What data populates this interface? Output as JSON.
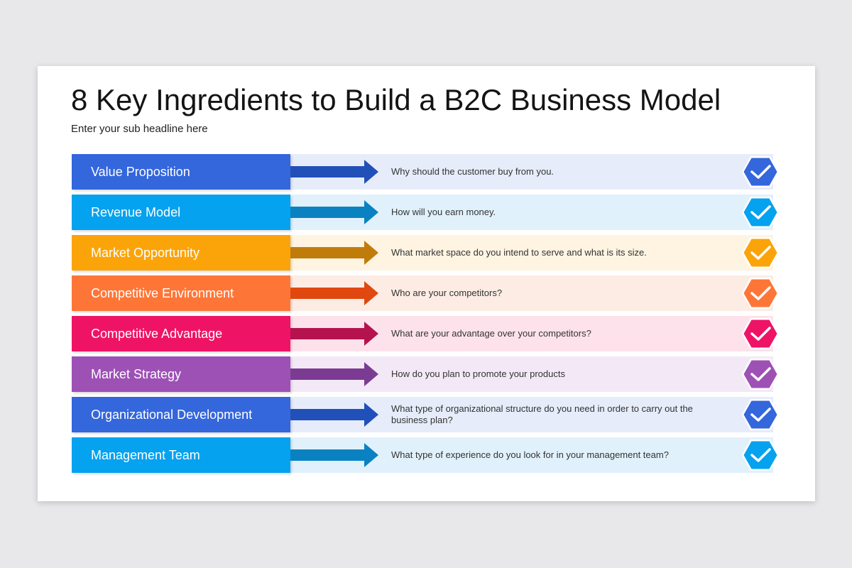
{
  "title": "8 Key Ingredients to Build a B2C Business Model",
  "subtitle": "Enter your sub headline here",
  "rows": [
    {
      "label": "Value Proposition",
      "description": "Why should the customer buy from you.",
      "color": "#3466dc",
      "arrow_color": "#2150b8",
      "bg": "#e6ecfa"
    },
    {
      "label": "Revenue Model",
      "description": "How will you earn money.",
      "color": "#04a2ef",
      "arrow_color": "#0a82c2",
      "bg": "#e1f1fc"
    },
    {
      "label": "Market Opportunity",
      "description": "What market space do you intend to serve and what is its size.",
      "color": "#fba409",
      "arrow_color": "#c07c0b",
      "bg": "#fef4e1"
    },
    {
      "label": "Competitive Environment",
      "description": "Who are your competitors?",
      "color": "#fe7637",
      "arrow_color": "#e0480f",
      "bg": "#fdece4"
    },
    {
      "label": "Competitive Advantage",
      "description": "What are your advantage over your competitors?",
      "color": "#ef1366",
      "arrow_color": "#b5134e",
      "bg": "#fde2ec"
    },
    {
      "label": "Market Strategy",
      "description": "How do you plan to promote your products",
      "color": "#9d51b5",
      "arrow_color": "#7c3b93",
      "bg": "#f3e9f6"
    },
    {
      "label": "Organizational Development",
      "description": "What type of organizational structure do you need in order to carry out the business plan?",
      "color": "#3466dc",
      "arrow_color": "#2150b8",
      "bg": "#e6ecfa"
    },
    {
      "label": "Management Team",
      "description": "What type of experience do you look for in your management team?",
      "color": "#04a2ef",
      "arrow_color": "#0a82c2",
      "bg": "#e1f1fc"
    }
  ],
  "icon": "checkmark-hexagon-icon"
}
